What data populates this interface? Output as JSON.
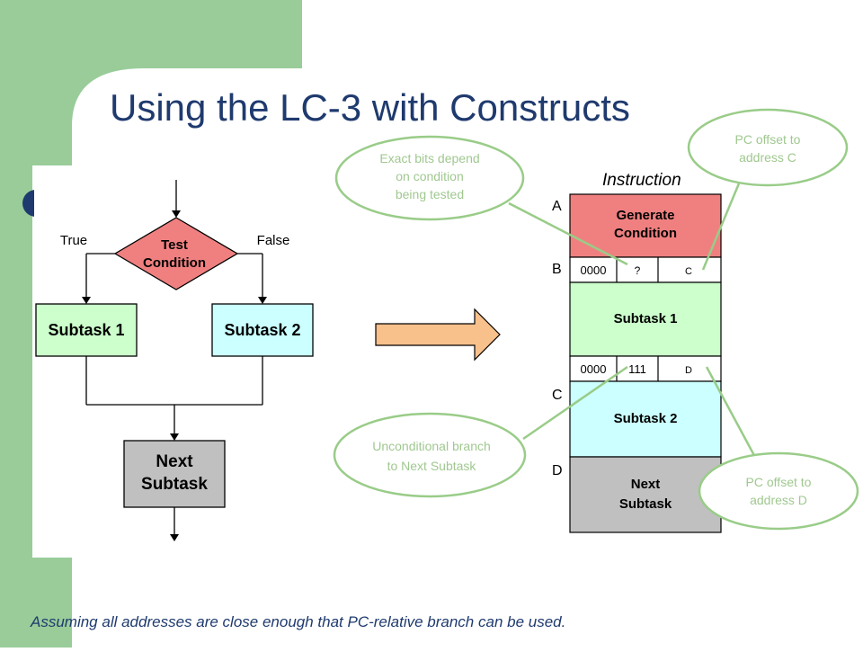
{
  "slide": {
    "title": "Using the LC-3 with Constructs",
    "footer": "Assuming all addresses are close enough that PC-relative branch can be used."
  },
  "flowchart": {
    "decision_line1": "Test",
    "decision_line2": "Condition",
    "true_label": "True",
    "false_label": "False",
    "subtask1": "Subtask 1",
    "subtask2": "Subtask 2",
    "next_line1": "Next",
    "next_line2": "Subtask"
  },
  "memory": {
    "header": "Instruction",
    "label_a": "A",
    "label_b": "B",
    "label_c": "C",
    "label_d": "D",
    "gen_line1": "Generate",
    "gen_line2": "Condition",
    "br1_opcode": "0000",
    "br1_nzp": "?",
    "br1_offset": "C",
    "subtask1": "Subtask 1",
    "br2_opcode": "0000",
    "br2_nzp": "111",
    "br2_offset": "D",
    "subtask2": "Subtask 2",
    "next_line1": "Next",
    "next_line2": "Subtask"
  },
  "callouts": {
    "exact_bits": [
      "Exact bits depend",
      "on condition",
      "being tested"
    ],
    "pc_offset_c": [
      "PC offset to",
      "address C"
    ],
    "unconditional": [
      "Unconditional branch",
      "to Next Subtask"
    ],
    "pc_offset_d": [
      "PC offset to",
      "address D"
    ]
  },
  "colors": {
    "sidebar_green": "#99cc99",
    "title_blue": "#1f3a6e",
    "decision_red": "#f08080",
    "subtask1_green": "#ccffcc",
    "subtask2_cyan": "#ccffff",
    "next_gray": "#c0c0c0",
    "callout_border": "#99cc88",
    "callout_text": "#a0c890",
    "arrow_fill": "#f8c08a"
  }
}
